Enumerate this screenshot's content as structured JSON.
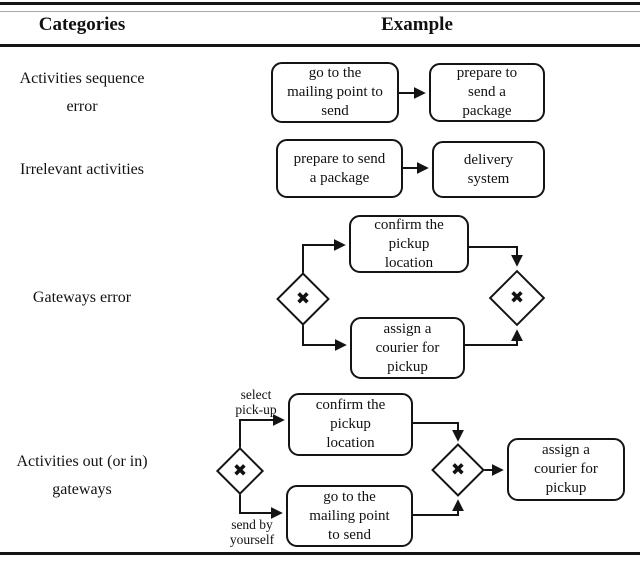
{
  "page": {
    "background": "#ffffff",
    "line_color": "#141414"
  },
  "header": {
    "categories": "Categories",
    "example": "Example"
  },
  "icons": {
    "exclusive_gateway": "✖",
    "arrow": "→"
  },
  "rows": [
    {
      "category": "Activities sequence\nerror",
      "boxes": {
        "from": "go to the\nmailing point to\nsend",
        "to": "prepare to\nsend a\npackage"
      }
    },
    {
      "category": "Irrelevant activities",
      "boxes": {
        "from": "prepare to send\na package",
        "to": "delivery\nsystem"
      }
    },
    {
      "category": "Gateways error",
      "boxes": {
        "top": "confirm the\npickup\nlocation",
        "bottom": "assign a\ncourier for\npickup"
      }
    },
    {
      "category": "Activities out (or in)\ngateways",
      "labels": {
        "top_branch": "select\npick-up",
        "bottom_branch": "send by\nyourself"
      },
      "boxes": {
        "top": "confirm the\npickup\nlocation",
        "bottom": "go to the\nmailing point\nto send",
        "end": "assign a\ncourier for\npickup"
      }
    }
  ]
}
